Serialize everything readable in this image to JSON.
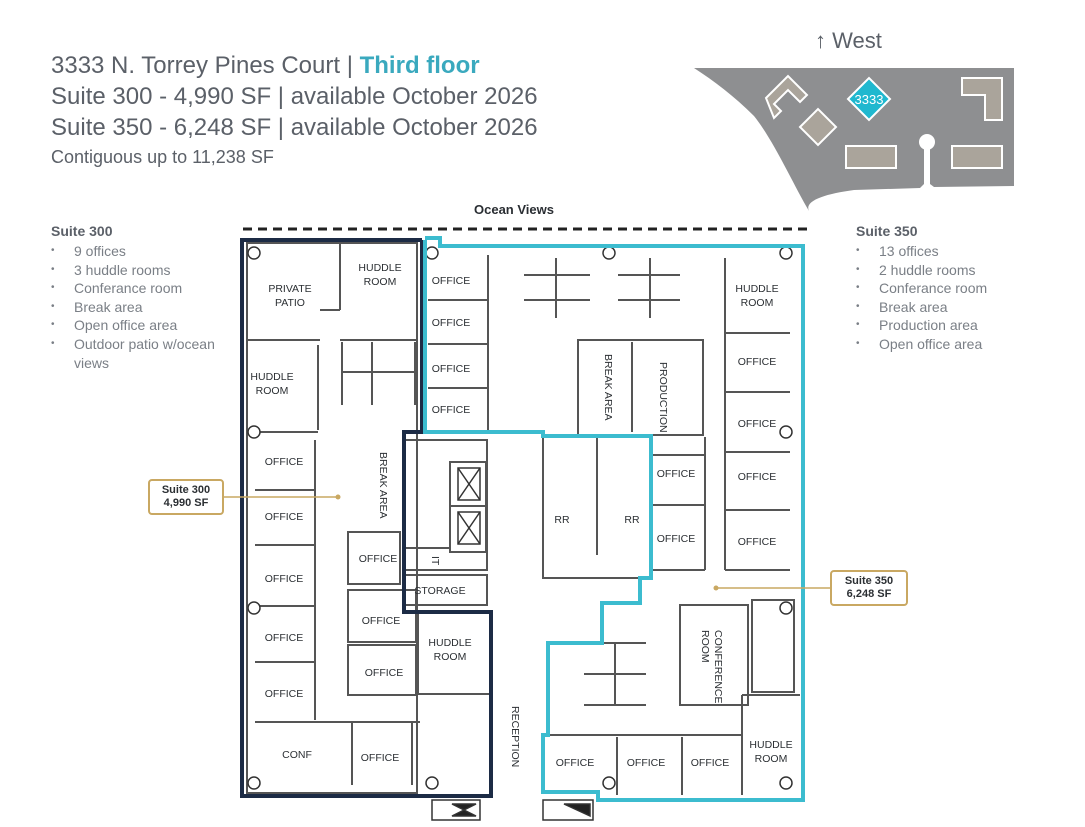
{
  "header": {
    "address": "3333 N. Torrey Pines Court | ",
    "floor": "Third floor",
    "suite300_line": "Suite 300 - 4,990 SF | available October 2026",
    "suite350_line": "Suite 350 - 6,248 SF | available October 2026",
    "contiguous": "Contiguous up to 11,238 SF"
  },
  "site_map": {
    "compass_label": "West",
    "compass_icon": "arrow-up-icon",
    "building_label": "3333",
    "highlight_color": "#1fb8cf",
    "ground_color": "#8e8f91",
    "building_color": "#aaa49b"
  },
  "suite300": {
    "title": "Suite 300",
    "features": [
      "9 offices",
      "3 huddle rooms",
      "Conferance room",
      "Break area",
      "Open office area",
      "Outdoor patio w/ocean views"
    ],
    "callout_name": "Suite 300",
    "callout_sf": "4,990 SF",
    "border_color": "#1c2b45"
  },
  "suite350": {
    "title": "Suite 350",
    "features": [
      "13 offices",
      "2 huddle rooms",
      "Conferance room",
      "Break area",
      "Production area",
      "Open office area"
    ],
    "callout_name": "Suite 350",
    "callout_sf": "6,248 SF",
    "border_color": "#3cbccf"
  },
  "floorplan": {
    "ocean_label": "Ocean Views",
    "rooms": {
      "private_patio_1": "PRIVATE",
      "private_patio_2": "PATIO",
      "huddle": "HUDDLE",
      "room": "ROOM",
      "office": "OFFICE",
      "conf": "CONF",
      "break_area": "BREAK AREA",
      "production": "PRODUCTION",
      "rr": "RR",
      "it": "IT",
      "storage": "STORAGE",
      "reception": "RECEPTION",
      "conference": "CONFERENCE",
      "conference_room": "ROOM"
    },
    "callout_color": "#c9a862"
  }
}
